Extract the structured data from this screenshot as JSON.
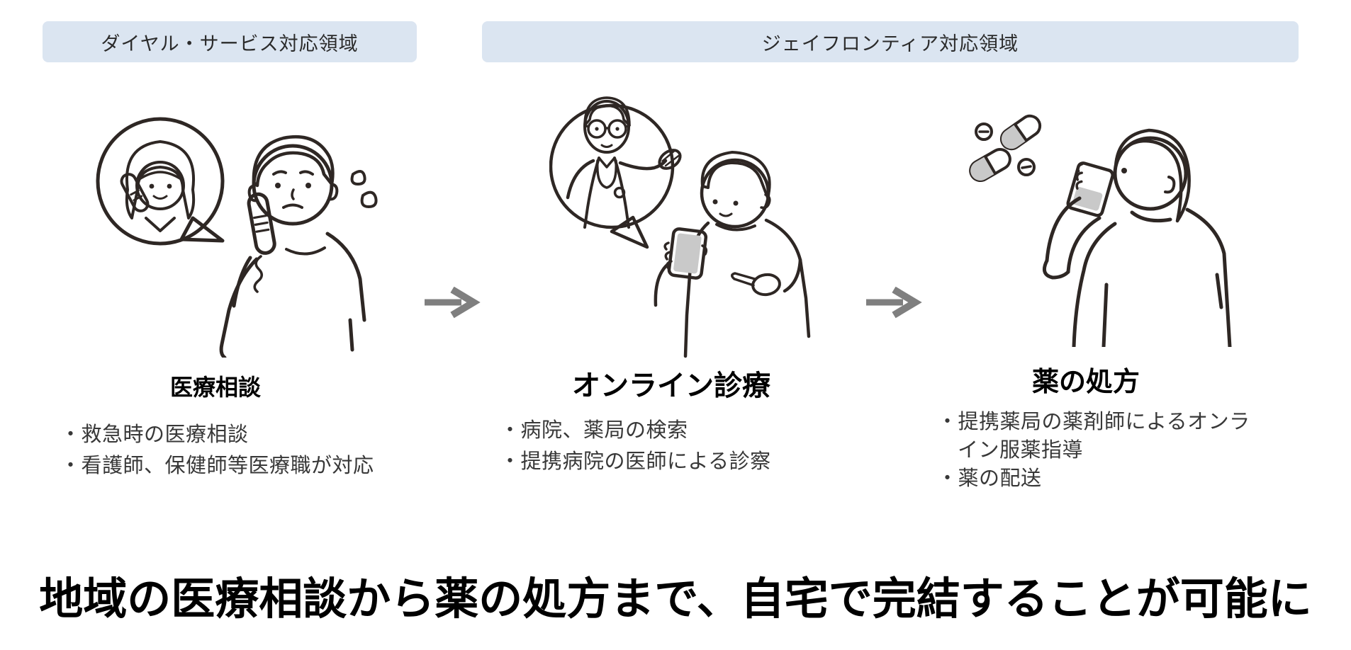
{
  "banners": {
    "dial_service": "ダイヤル・サービス対応領域",
    "jfrontier": "ジェイフロンティア対応領域"
  },
  "steps": [
    {
      "title": "医療相談",
      "bullets": [
        "・救急時の医療相談",
        "・看護師、保健師等医療職が対応"
      ],
      "illustration": "worried man on telephone with nurse operator in speech bubble"
    },
    {
      "title": "オンライン診療",
      "bullets": [
        "・病院、薬局の検索",
        "・提携病院の医師による診察"
      ],
      "illustration": "man pointing at smartphone with doctor in speech bubble"
    },
    {
      "title": "薬の処方",
      "bullets": [
        "・提携薬局の薬剤師によるオンライン服薬指導",
        "・薬の配送"
      ],
      "illustration": "man drinking with capsules and tablets"
    }
  ],
  "headline": "地域の医療相談から薬の処方まで、自宅で完結することが可能に",
  "colors": {
    "banner_bg": "#dbe5f1",
    "arrow": "#7f7f7f",
    "line_art": "#2e2724",
    "hair_fill": "#c9c9c9",
    "headline_text": "#000000",
    "body_text": "#383838"
  }
}
